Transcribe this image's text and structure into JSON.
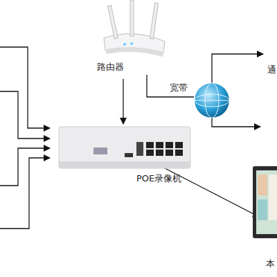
{
  "diagram": {
    "nodes": [
      {
        "text": [
          "路由器"
        ]
      },
      {
        "text": [
          "POE录像机"
        ]
      },
      {
        "text": [
          "本"
        ]
      }
    ],
    "edges": [
      {
        "from": 0,
        "to": 1,
        "arrow": "to"
      },
      {
        "from": 1,
        "to": 2,
        "arrow": "to"
      }
    ],
    "labels": [
      "宽带",
      "通"
    ]
  }
}
